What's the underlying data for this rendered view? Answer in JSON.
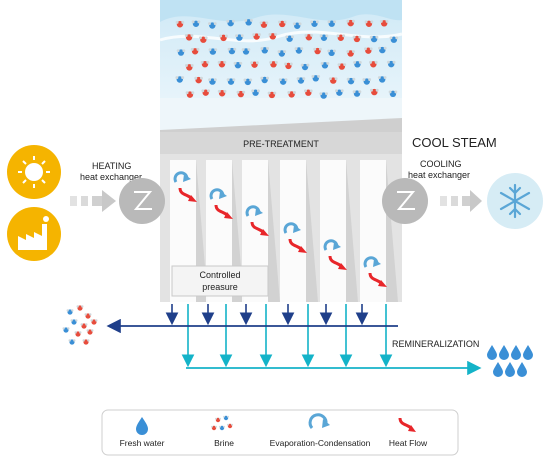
{
  "labels": {
    "pretreatment": "PRE-TREATMENT",
    "cool_steam": "COOL STEAM",
    "heating_line1": "HEATING",
    "heating_line2": "heat exchanger",
    "cooling_line1": "COOLING",
    "cooling_line2": "heat exchanger",
    "controlled_line1": "Controlled",
    "controlled_line2": "preasure",
    "remineralization": "REMINERALIZATION"
  },
  "legend": {
    "items": [
      {
        "label": "Fresh water",
        "icon": "water-drop-icon"
      },
      {
        "label": "Brine",
        "icon": "brine-molecules-icon"
      },
      {
        "label": "Evaporation-Condensation",
        "icon": "curved-arrow-icon"
      },
      {
        "label": "Heat Flow",
        "icon": "heat-flow-arrow-icon"
      }
    ]
  },
  "colors": {
    "sun": "#f5b400",
    "factory_bg": "#f5b400",
    "exchanger": "#b9b9b9",
    "cool_circle": "#d6ecf5",
    "navy_arrow": "#1f3f8a",
    "cyan_arrow": "#14b3c8",
    "heat_flow": "#e8262a",
    "evap": "#5aa6d6",
    "brine_red": "#e74c3c",
    "brine_blue": "#3a8fd6"
  }
}
